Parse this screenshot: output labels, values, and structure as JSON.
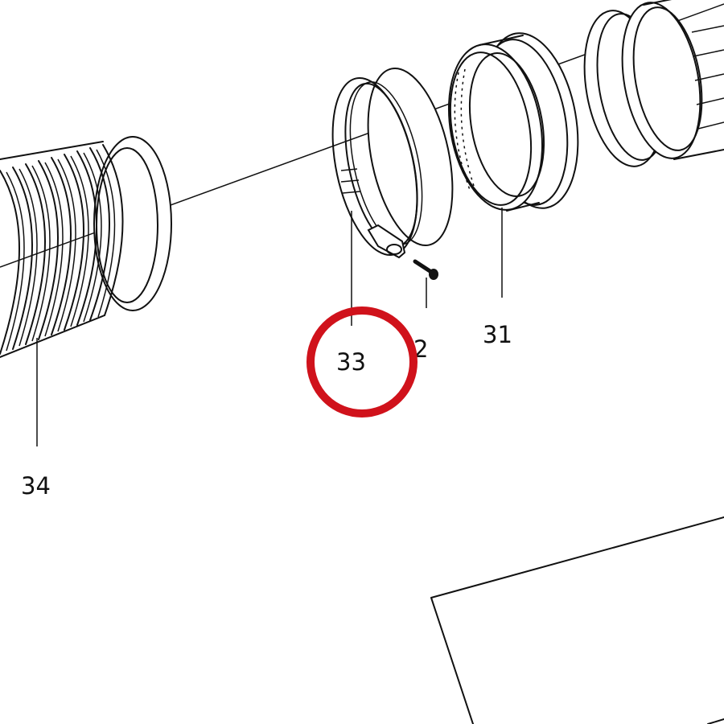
{
  "diagram": {
    "callouts": [
      {
        "id": "34",
        "label": "34"
      },
      {
        "id": "33",
        "label": "33"
      },
      {
        "id": "32",
        "label": "2"
      },
      {
        "id": "31",
        "label": "31"
      }
    ],
    "highlight": {
      "target": "33",
      "color": "#d0121b"
    },
    "line_color": "#111111",
    "background": "#ffffff"
  }
}
